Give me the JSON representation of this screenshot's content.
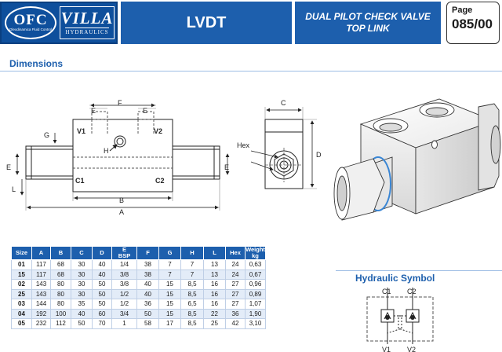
{
  "header": {
    "ofc_logo_text": "OFC",
    "ofc_logo_subtext": "Oleodinamica Fluid Control",
    "villa_logo_text": "VILLA",
    "villa_logo_subtext": "HYDRAULICS",
    "product_code": "LVDT",
    "title_line1": "DUAL PILOT CHECK VALVE",
    "title_line2": "TOP LINK",
    "page_label": "Page",
    "page_number": "085/00"
  },
  "sections": {
    "dimensions": "Dimensions",
    "hydraulic_symbol": "Hydraulic Symbol"
  },
  "drawing_labels": {
    "e_top": "E",
    "f_top": "F",
    "e_top2": "E",
    "v1": "V1",
    "v2": "V2",
    "g": "G",
    "h": "H",
    "e_left": "E",
    "e_right": "E",
    "l": "L",
    "c1": "C1",
    "c2": "C2",
    "b": "B",
    "a": "A",
    "c_side": "C",
    "hex": "Hex",
    "d": "D"
  },
  "table": {
    "headers": [
      "Size",
      "A",
      "B",
      "C",
      "D",
      "E",
      "F",
      "G",
      "H",
      "L",
      "Hex",
      "Weight"
    ],
    "header_subs": {
      "E": "BSP",
      "Weight": "kg"
    },
    "rows": [
      [
        "01",
        "117",
        "68",
        "30",
        "40",
        "1/4",
        "38",
        "7",
        "7",
        "13",
        "24",
        "0,63"
      ],
      [
        "15",
        "117",
        "68",
        "30",
        "40",
        "3/8",
        "38",
        "7",
        "7",
        "13",
        "24",
        "0,67"
      ],
      [
        "02",
        "143",
        "80",
        "30",
        "50",
        "3/8",
        "40",
        "15",
        "8,5",
        "16",
        "27",
        "0,96"
      ],
      [
        "25",
        "143",
        "80",
        "30",
        "50",
        "1/2",
        "40",
        "15",
        "8,5",
        "16",
        "27",
        "0,89"
      ],
      [
        "03",
        "144",
        "80",
        "35",
        "50",
        "1/2",
        "36",
        "15",
        "6,5",
        "16",
        "27",
        "1,07"
      ],
      [
        "04",
        "192",
        "100",
        "40",
        "60",
        "3/4",
        "50",
        "15",
        "8,5",
        "22",
        "36",
        "1,90"
      ],
      [
        "05",
        "232",
        "112",
        "50",
        "70",
        "1",
        "58",
        "17",
        "8,5",
        "25",
        "42",
        "3,10"
      ]
    ]
  },
  "hydraulic": {
    "c1": "C1",
    "c2": "C2",
    "v1": "V1",
    "v2": "V2"
  },
  "colors": {
    "brand_blue": "#1d5fad",
    "logo_blue": "#0e4f9c",
    "row_alt": "#e3ecf8"
  }
}
